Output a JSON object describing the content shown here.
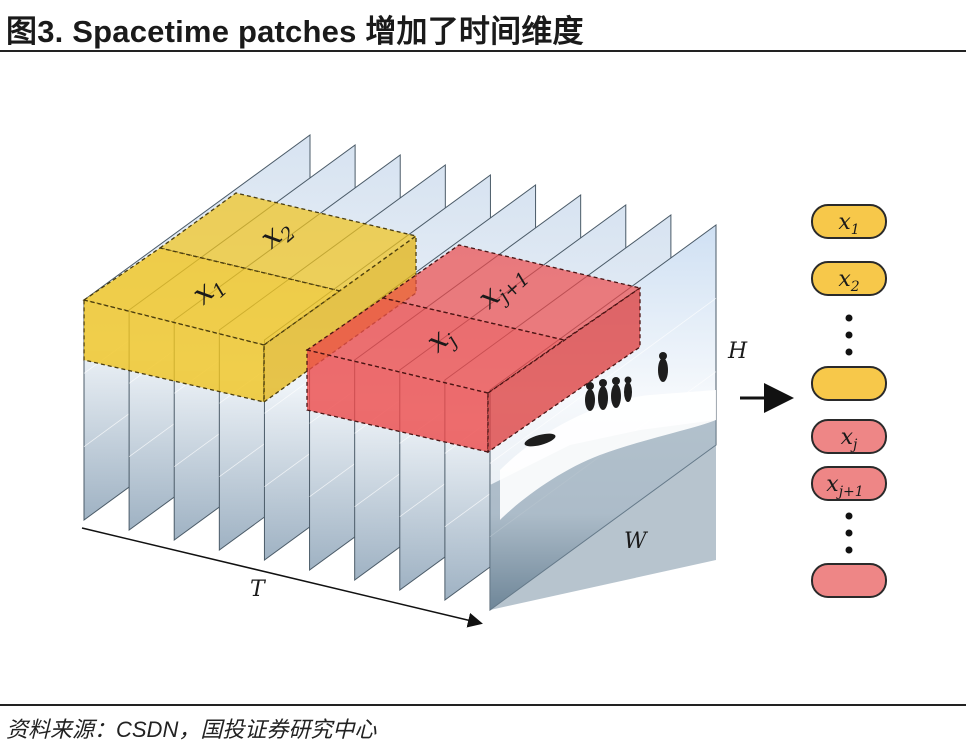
{
  "title": "图3. Spacetime patches 增加了时间维度",
  "source": "资料来源：CSDN，国投证券研究中心",
  "diagram": {
    "axis_labels": {
      "time": "T",
      "height": "H",
      "width": "W"
    },
    "patches": {
      "x1": {
        "base": "x",
        "sub": "1"
      },
      "x2": {
        "base": "x",
        "sub": "2"
      },
      "xj": {
        "base": "x",
        "sub": "j"
      },
      "xj1": {
        "base": "x",
        "sub": "j+1"
      }
    },
    "sequence": [
      {
        "base": "x",
        "sub": "1",
        "color": "yellow"
      },
      {
        "base": "x",
        "sub": "2",
        "color": "yellow"
      },
      {
        "dots": true
      },
      {
        "empty": true,
        "color": "yellow"
      },
      {
        "base": "x",
        "sub": "j",
        "color": "red"
      },
      {
        "base": "x",
        "sub": "j+1",
        "color": "red"
      },
      {
        "dots": true
      },
      {
        "empty": true,
        "color": "red"
      }
    ],
    "colors": {
      "yellow": "#f7c84a",
      "red": "#ee8686",
      "yellow_patch": "#f0c41f",
      "red_patch": "#ec4a4a"
    }
  }
}
